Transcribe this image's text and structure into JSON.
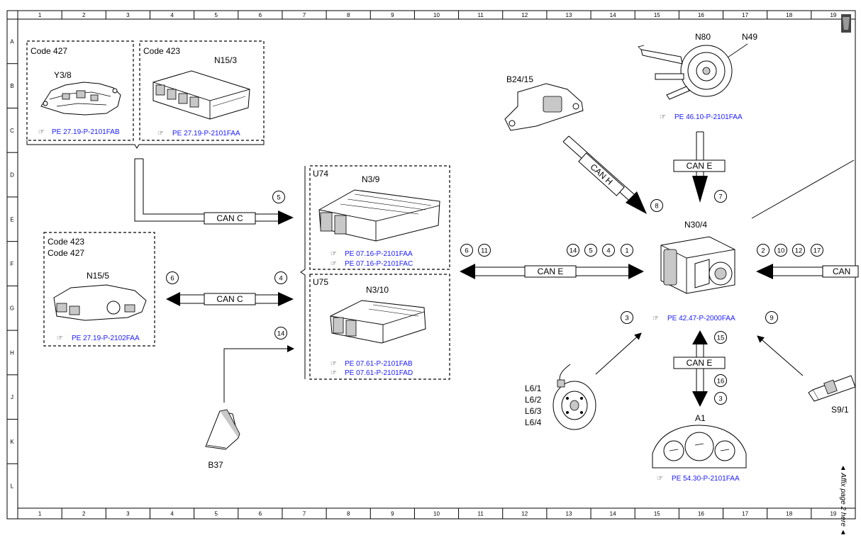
{
  "grid": {
    "columns": [
      "1",
      "2",
      "3",
      "4",
      "5",
      "6",
      "7",
      "8",
      "9",
      "10",
      "11",
      "12",
      "13",
      "14",
      "15",
      "16",
      "17",
      "18",
      "19"
    ],
    "rows": [
      "A",
      "B",
      "C",
      "D",
      "E",
      "F",
      "G",
      "H",
      "J",
      "K",
      "L"
    ]
  },
  "groups": {
    "code427_box": {
      "code": "Code 427"
    },
    "code423_box": {
      "code": "Code 423"
    },
    "code_box_n155": {
      "code1": "Code 423",
      "code2": "Code 427"
    },
    "u74": {
      "code": "U74"
    },
    "u75": {
      "code": "U75"
    }
  },
  "components": {
    "y38": {
      "label": "Y3/8",
      "ref": "PE 27.19-P-2101FAB"
    },
    "n153": {
      "label": "N15/3",
      "ref": "PE 27.19-P-2101FAA"
    },
    "n155": {
      "label": "N15/5",
      "ref": "PE 27.19-P-2102FAA"
    },
    "n39": {
      "label": "N3/9",
      "ref1": "PE 07.16-P-2101FAA",
      "ref2": "PE 07.16-P-2101FAC"
    },
    "n310": {
      "label": "N3/10",
      "ref1": "PE 07.61-P-2101FAB",
      "ref2": "PE 07.61-P-2101FAD"
    },
    "b37": {
      "label": "B37"
    },
    "b2415": {
      "label": "B24/15"
    },
    "n80": {
      "label": "N80"
    },
    "n49": {
      "label": "N49",
      "ref": "PE 46.10-P-2101FAA"
    },
    "n304": {
      "label": "N30/4",
      "ref": "PE 42.47-P-2000FAA"
    },
    "l6": {
      "labels": [
        "L6/1",
        "L6/2",
        "L6/3",
        "L6/4"
      ]
    },
    "a1": {
      "label": "A1",
      "ref": "PE 54.30-P-2101FAA"
    },
    "s91": {
      "label": "S9/1"
    }
  },
  "buses": {
    "can_c_top": "CAN C",
    "can_c_mid": "CAN C",
    "can_e_center": "CAN E",
    "can_h": "CAN H",
    "can_e_top": "CAN E",
    "can_e_bottom": "CAN E",
    "can_right": "CAN"
  },
  "signals": {
    "s5": "5",
    "s6_left": "6",
    "s4": "4",
    "s14_b37": "14",
    "s6_center": "6",
    "s11": "11",
    "s14_center": "14",
    "s5_center": "5",
    "s4_center": "4",
    "s1": "1",
    "s8": "8",
    "s7": "7",
    "s2": "2",
    "s10": "10",
    "s12": "12",
    "s17": "17",
    "s3_l6": "3",
    "s9": "9",
    "s15": "15",
    "s16": "16",
    "s3_a1": "3"
  },
  "margin_note": "◄ Affix page 2 here ◄",
  "colors": {
    "link": "#1a1aff",
    "line": "#000000",
    "component_shade": "#c8c8c8"
  }
}
